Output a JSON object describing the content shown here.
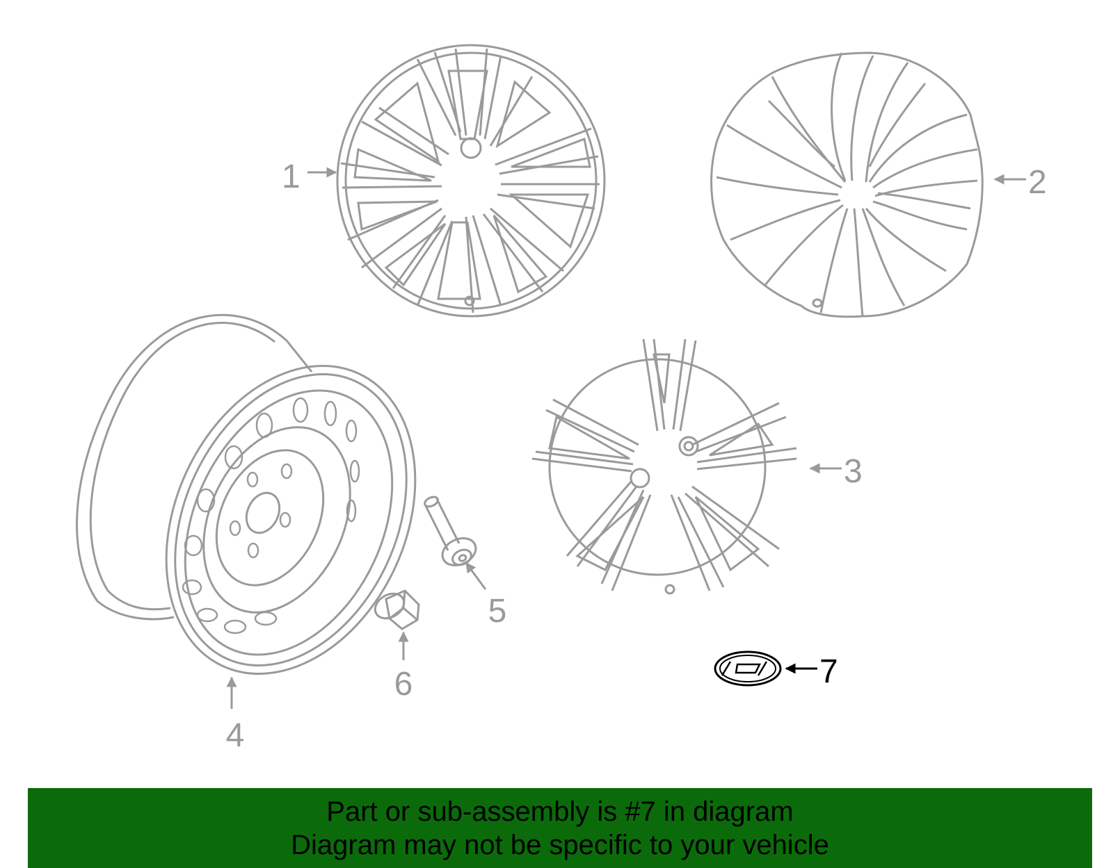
{
  "callouts": {
    "c1": "1",
    "c2": "2",
    "c3": "3",
    "c4": "4",
    "c5": "5",
    "c6": "6",
    "c7": "7"
  },
  "banner": {
    "line1": "Part or sub-assembly is #7 in diagram",
    "line2": "Diagram may not be specific to your vehicle"
  },
  "colors": {
    "line": "#9a9a9a",
    "highlight": "#000000",
    "banner_bg": "#0b6b0b"
  }
}
